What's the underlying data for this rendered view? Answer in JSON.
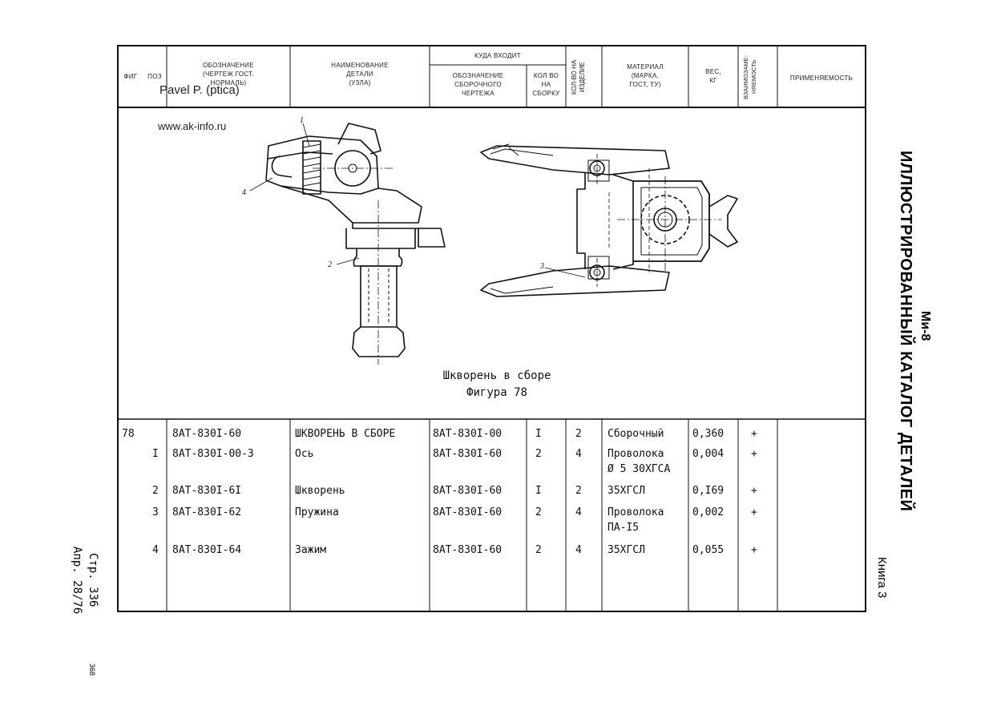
{
  "header": {
    "fig": "ФИГ",
    "pos": "ПОЗ",
    "designation": [
      "ОБОЗНАЧЕНИЕ",
      "(ЧЕРТЕЖ ГОСТ.",
      "НОРМАЛЬ)"
    ],
    "part_name": [
      "НАИМЕНОВАНИЕ",
      "ДЕТАЛИ",
      "(УЗЛА)"
    ],
    "where_used": "КУДА ВХОДИТ",
    "assembly_designation": [
      "ОБОЗНАЧЕНИЕ",
      "СБОРОЧНОГО",
      "ЧЕРТЕЖА"
    ],
    "qty_per_assembly": [
      "КОЛ ВО",
      "НА",
      "СБОРКУ"
    ],
    "qty_per_product": "КОЛ-ВО НА ИЗДЕЛИЕ",
    "material": [
      "МАТЕРИАЛ",
      "(МАРКА,",
      "ГОСТ, ТУ)"
    ],
    "weight": [
      "ВЕС,",
      "КГ"
    ],
    "interchangeability": "ВЗАИМОЗАМЕ-НЯЕМОСТЬ",
    "applicability": "ПРИМЕНЯЕМОСТЬ"
  },
  "watermark": {
    "author": "Pavel P. (ptica)",
    "site": "www.ak-info.ru"
  },
  "figure": {
    "caption": "Шкворень в сборе",
    "number": "Фигура 78",
    "callouts": [
      "1",
      "2",
      "3",
      "4"
    ]
  },
  "rows": [
    {
      "fig": "78",
      "pos": "",
      "designation": "8АТ-830I-60",
      "name": "ШКВОРЕНЬ В СБОРЕ",
      "assembly": "8АТ-830I-00",
      "qty_asm": "I",
      "qty_prod": "2",
      "material": [
        "Сборочный"
      ],
      "weight": "0,360",
      "interch": "+"
    },
    {
      "fig": "",
      "pos": "I",
      "designation": "8АТ-830I-00-3",
      "name": "Ось",
      "assembly": "8АТ-830I-60",
      "qty_asm": "2",
      "qty_prod": "4",
      "material": [
        "Проволока",
        "Ø 5 30ХГСА"
      ],
      "weight": "0,004",
      "interch": "+"
    },
    {
      "fig": "",
      "pos": "2",
      "designation": "8АТ-830I-6I",
      "name": "Шкворень",
      "assembly": "8АТ-830I-60",
      "qty_asm": "I",
      "qty_prod": "2",
      "material": [
        "35ХГСЛ"
      ],
      "weight": "0,I69",
      "interch": "+"
    },
    {
      "fig": "",
      "pos": "3",
      "designation": "8АТ-830I-62",
      "name": "Пружина",
      "assembly": "8АТ-830I-60",
      "qty_asm": "2",
      "qty_prod": "4",
      "material": [
        "Проволока",
        "ПА-I5"
      ],
      "weight": "0,002",
      "interch": "+"
    },
    {
      "fig": "",
      "pos": "4",
      "designation": "8АТ-830I-64",
      "name": "Зажим",
      "assembly": "8АТ-830I-60",
      "qty_asm": "2",
      "qty_prod": "4",
      "material": [
        "35ХГСЛ"
      ],
      "weight": "0,055",
      "interch": "+"
    }
  ],
  "side": {
    "model": "Ми-8",
    "title": "ИЛЛЮСТРИРОВАННЫЙ КАТАЛОГ ДЕТАЛЕЙ",
    "book": "Книга 3"
  },
  "page": {
    "page_no": "Стр. 336",
    "date": "Апр. 28/76",
    "sheet": "368"
  }
}
